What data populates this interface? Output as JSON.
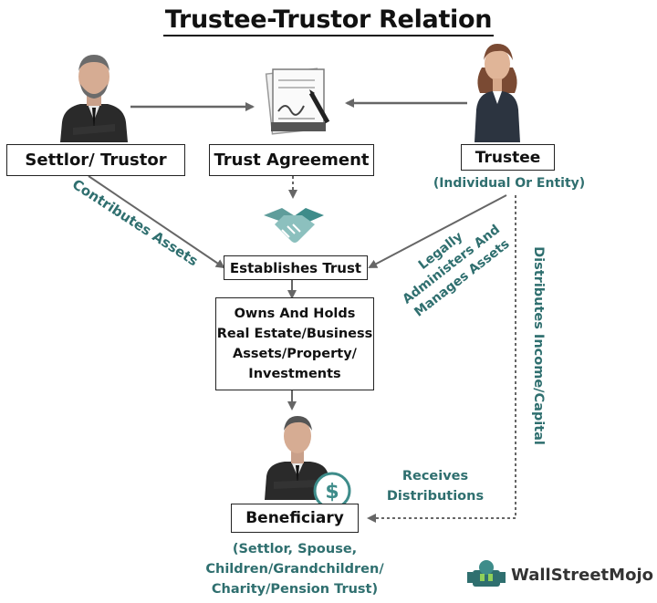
{
  "title": "Trustee-Trustor Relation",
  "nodes": {
    "settlor": "Settlor/ Trustor",
    "agreement": "Trust Agreement",
    "trustee": "Trustee",
    "trustee_sub": "(Individual Or Entity)",
    "establishes": "Establishes Trust",
    "owns_lines": [
      "Owns And Holds",
      "Real Estate/Business",
      "Assets/Property/",
      "Investments"
    ],
    "beneficiary": "Beneficiary",
    "beneficiary_sub_lines": [
      "(Settlor, Spouse,",
      "Children/Grandchildren/",
      "Charity/Pension Trust)"
    ]
  },
  "edge_labels": {
    "contributes": "Contributes Assets",
    "legally_lines": [
      "Legally",
      "Administers And",
      "Manages Assets"
    ],
    "distributes": "Distributes Income/Capital",
    "receives_lines": [
      "Receives",
      "Distributions"
    ]
  },
  "brand": {
    "name": "WallStreetMojo"
  },
  "colors": {
    "teal": "#2f6f6f",
    "box_border": "#222222",
    "arrow": "#666666",
    "icon_teal": "#3e8c8a"
  },
  "icons": [
    "man-settlor-icon",
    "contract-document-icon",
    "woman-trustee-icon",
    "handshake-icon",
    "man-beneficiary-icon",
    "dollar-coin-icon",
    "wallstreetmojo-logo-icon"
  ]
}
